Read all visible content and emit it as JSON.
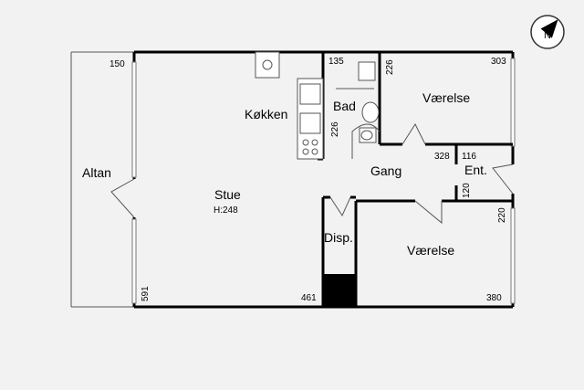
{
  "rooms": {
    "altan": "Altan",
    "stue": "Stue",
    "stue_height": "H:248",
    "kokken": "Køkken",
    "bad": "Bad",
    "gang": "Gang",
    "vaerelse_top": "Værelse",
    "vaerelse_bottom": "Værelse",
    "entre": "Ent.",
    "disp": "Disp."
  },
  "dimensions": {
    "altan_150": "150",
    "stue_591": "591",
    "stue_461": "461",
    "bad_135": "135",
    "bad_226_top": "226",
    "bad_226_side": "226",
    "vaerelse_top_303": "303",
    "gang_328": "328",
    "entre_116": "116",
    "entre_120": "120",
    "vaerelse_bottom_220": "220",
    "vaerelse_bottom_380": "380"
  },
  "compass": {
    "letter": "N",
    "icon": "compass-north-icon"
  }
}
